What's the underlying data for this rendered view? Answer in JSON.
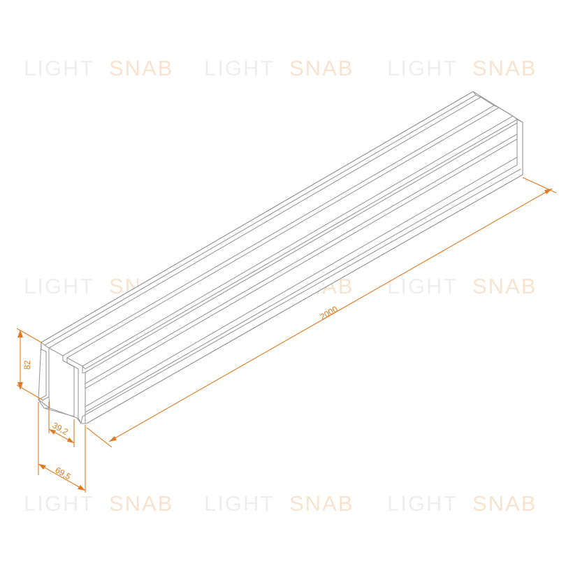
{
  "watermark": {
    "part1": "LIGHT",
    "part2": "SNAB"
  },
  "dimensions": {
    "length": "2000",
    "height": "82",
    "inner_width": "39,2",
    "outer_width": "69,5"
  },
  "colors": {
    "accent": "#e07a1f",
    "outline": "#9a9a9a",
    "watermark_gray": "#eeeeee",
    "watermark_orange": "#f7e3cf"
  }
}
